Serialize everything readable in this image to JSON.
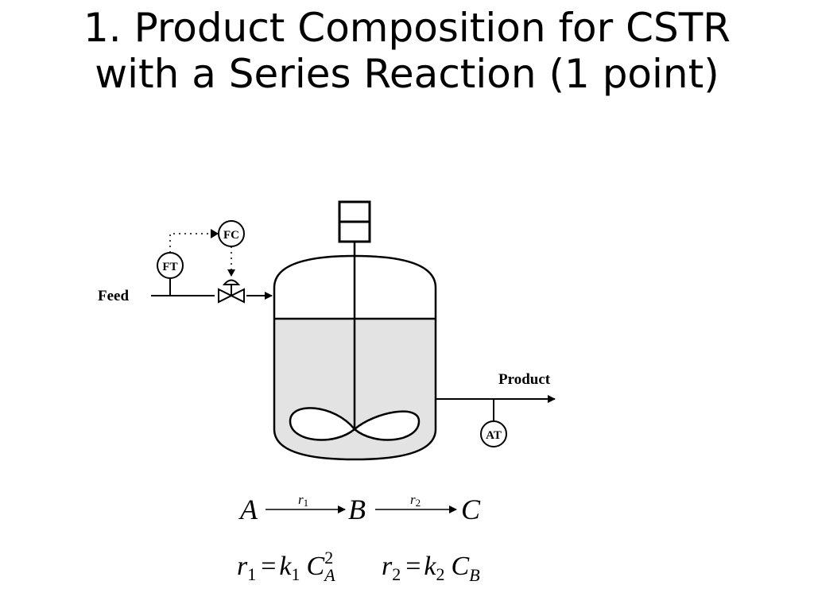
{
  "slide": {
    "title_line1": "1. Product Composition for  CSTR",
    "title_line2": "with a Series Reaction (1 point)"
  },
  "diagram": {
    "feed_label": "Feed",
    "product_label": "Product",
    "ft_label": "FT",
    "fc_label": "FC",
    "at_label": "AT"
  },
  "reaction": {
    "species_a": "A",
    "species_b": "B",
    "species_c": "C",
    "rate_1": "r",
    "rate_1_sub": "1",
    "rate_2": "r",
    "rate_2_sub": "2"
  },
  "rate_laws": {
    "r1": "r",
    "r1_sub": "1",
    "k1": "k",
    "k1_sub": "1",
    "c": "C",
    "ca_sup": "2",
    "ca_sub": "A",
    "r2": "r",
    "r2_sub": "2",
    "k2": "k",
    "k2_sub": "2",
    "cb": "C",
    "cb_sub": "B",
    "equals": "="
  },
  "colors": {
    "liquid": "#e3e3e3",
    "line": "#000000"
  }
}
